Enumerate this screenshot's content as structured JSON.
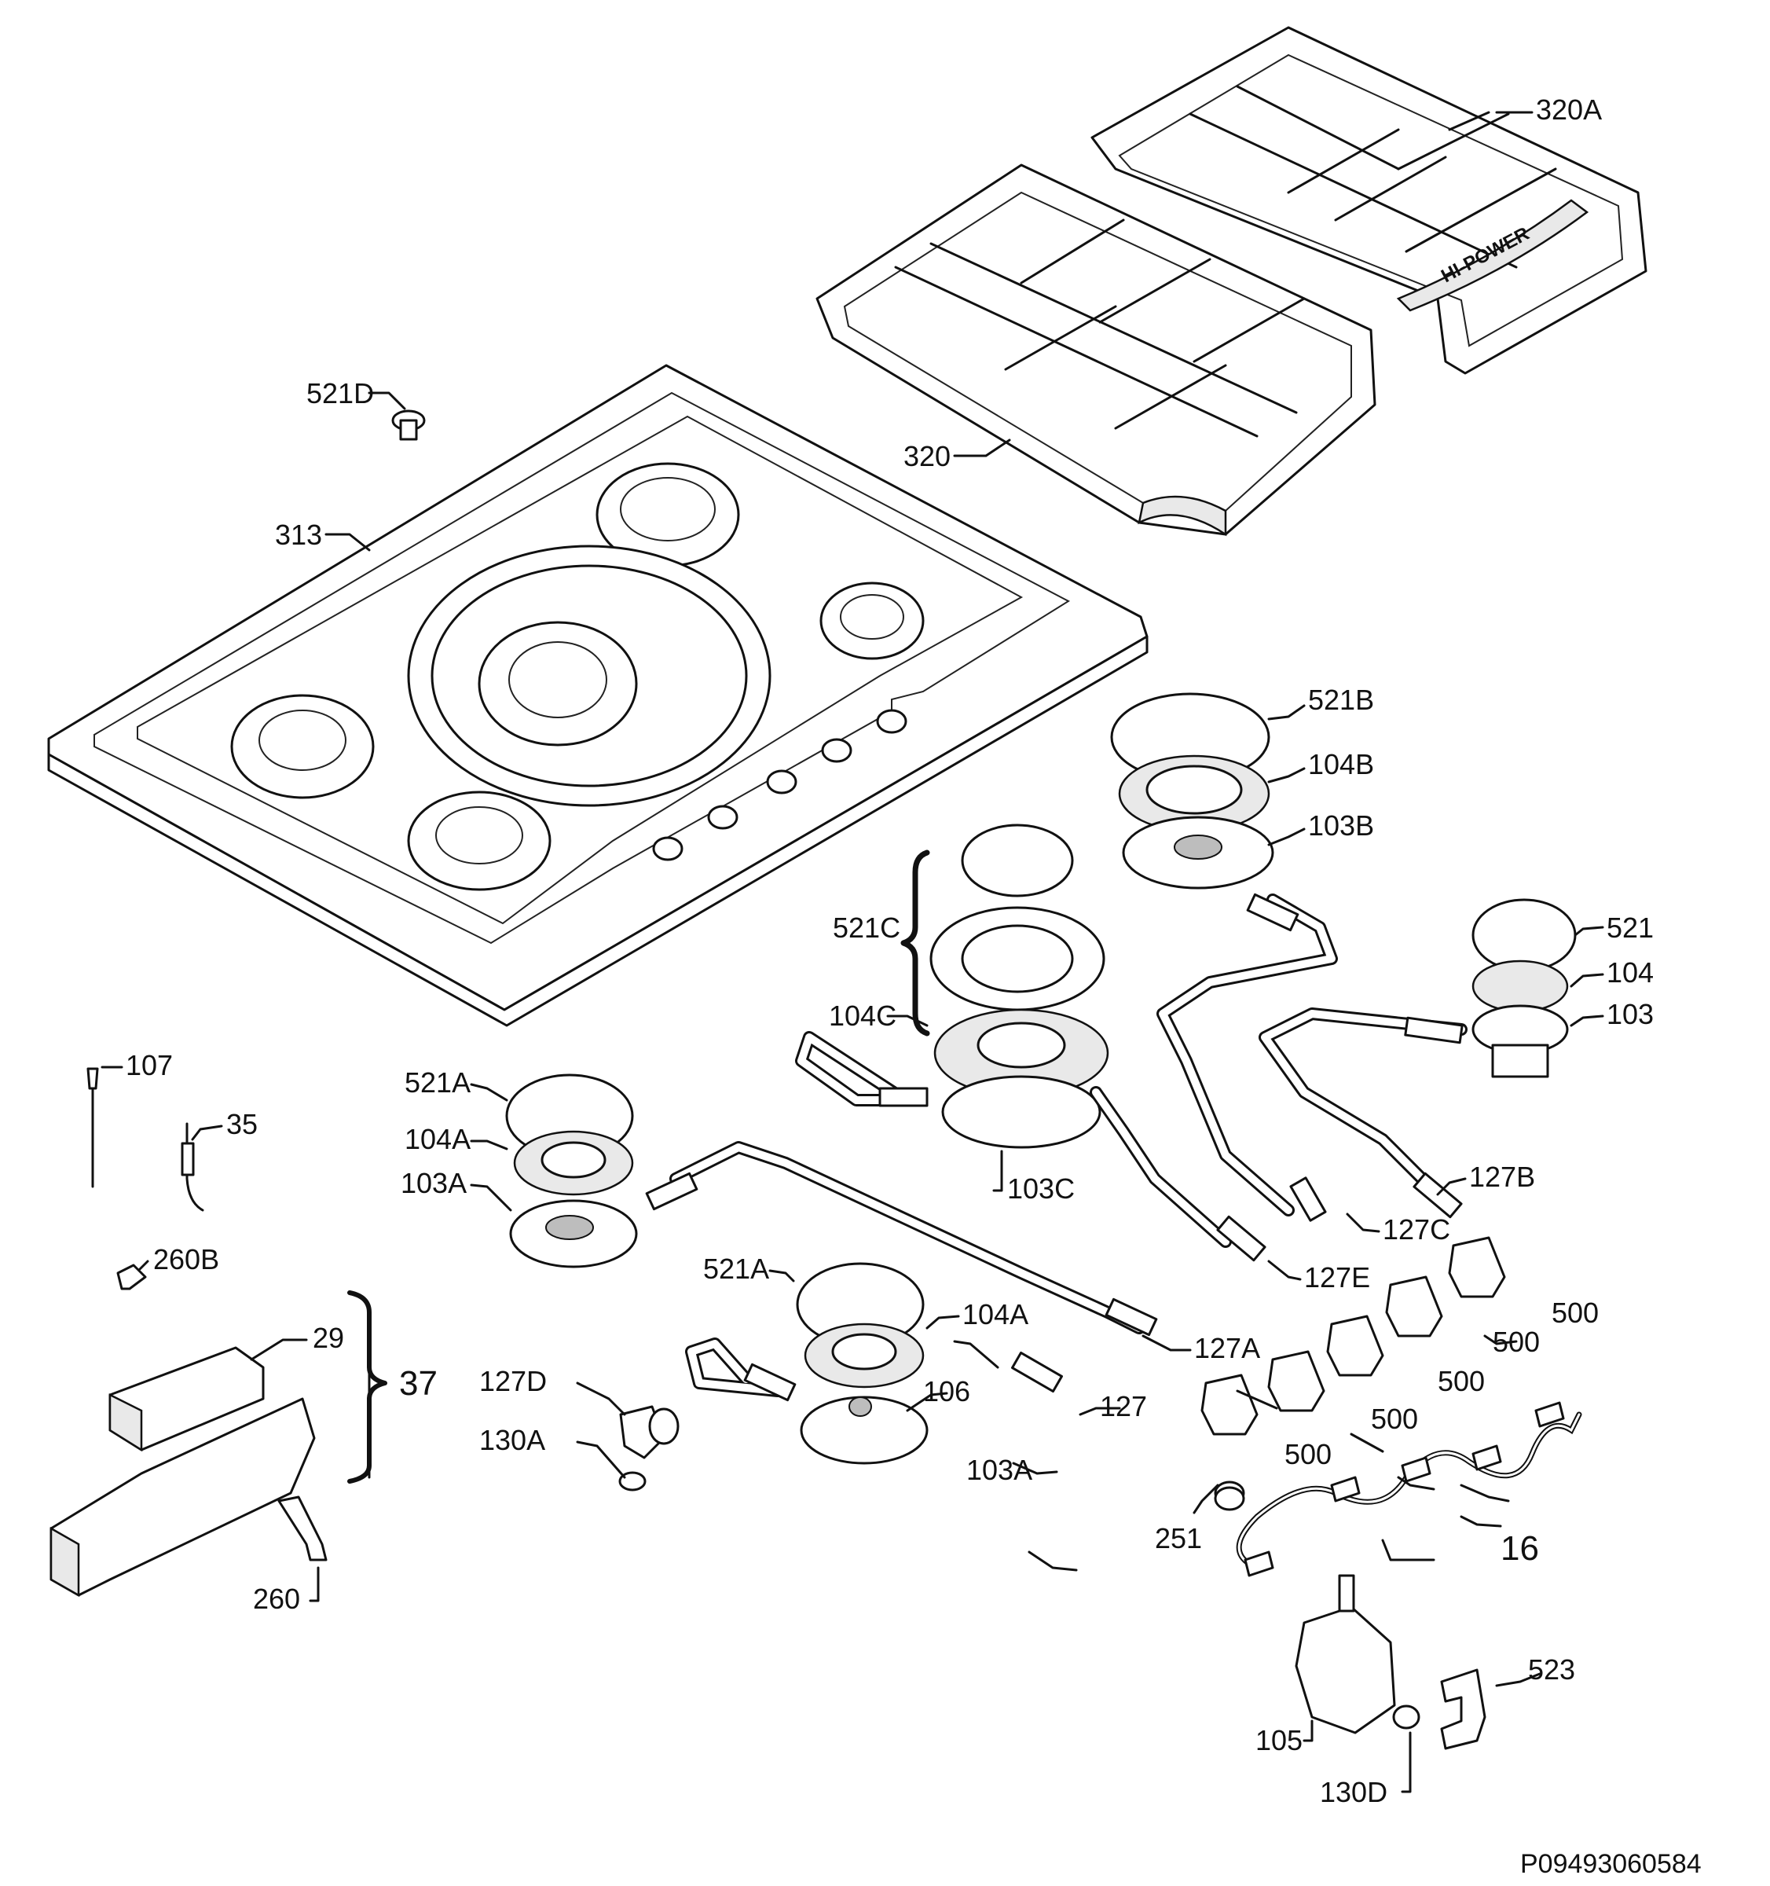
{
  "document_id": "P09493060584",
  "logo_text": "HI-POWER",
  "labels": {
    "l320a": "320A",
    "l320": "320",
    "l521d": "521D",
    "l313": "313",
    "l521b": "521B",
    "l104b": "104B",
    "l103b": "103B",
    "l521c": "521C",
    "l104c": "104C",
    "l103c": "103C",
    "l521": "521",
    "l104": "104",
    "l103": "103",
    "l107": "107",
    "l35": "35",
    "l521a_1": "521A",
    "l104a_1": "104A",
    "l103a_1": "103A",
    "l127b": "127B",
    "l127c": "127C",
    "l127e": "127E",
    "l260b": "260B",
    "l521a_2": "521A",
    "l104a_2": "104A",
    "l127a": "127A",
    "l29": "29",
    "l37": "37",
    "l127d": "127D",
    "l106": "106",
    "l127": "127",
    "l130a": "130A",
    "l103a_2": "103A",
    "l260": "260",
    "l500_1": "500",
    "l500_2": "500",
    "l500_3": "500",
    "l500_4": "500",
    "l500_5": "500",
    "l251": "251",
    "l16": "16",
    "l523": "523",
    "l105": "105",
    "l130d": "130D"
  }
}
